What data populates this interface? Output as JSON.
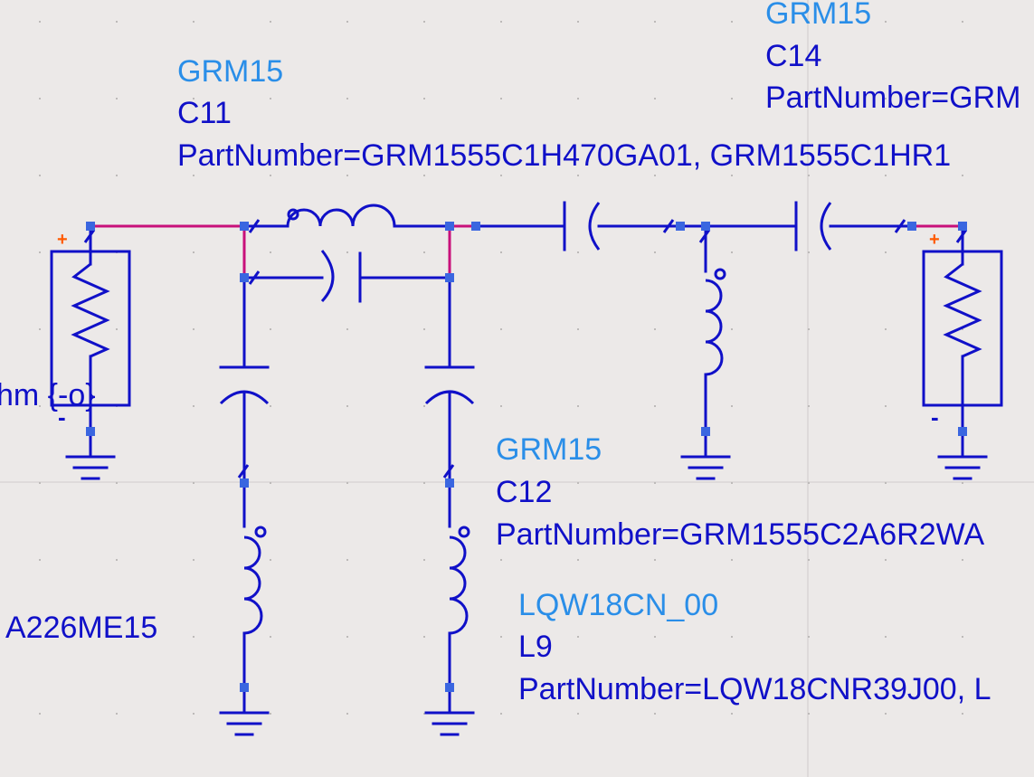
{
  "components": [
    {
      "id": "c11",
      "library": "GRM15",
      "ref": "C11",
      "part": "PartNumber=GRM1555C1H470GA01, GRM1555C1HR1"
    },
    {
      "id": "c14",
      "library": "GRM15",
      "ref": "C14",
      "part": "PartNumber=GRM"
    },
    {
      "id": "c12",
      "library": "GRM15",
      "ref": "C12",
      "part": "PartNumber=GRM1555C2A6R2WA"
    },
    {
      "id": "l9",
      "library": "LQW18CN_00",
      "ref": "L9",
      "part": "PartNumber=LQW18CNR39J00, L"
    }
  ],
  "fragments": {
    "left_term": "hm {-o}",
    "left_part": "A226ME15"
  },
  "port_signs": {
    "plus": "+",
    "minus": "-"
  },
  "colors": {
    "background": "#ece9e8",
    "wire": "#1010c8",
    "selected_wire": "#c8107a",
    "library_label": "#2a8ee8",
    "pin": "#3a66e0",
    "plus_sign": "#ff5a00"
  }
}
